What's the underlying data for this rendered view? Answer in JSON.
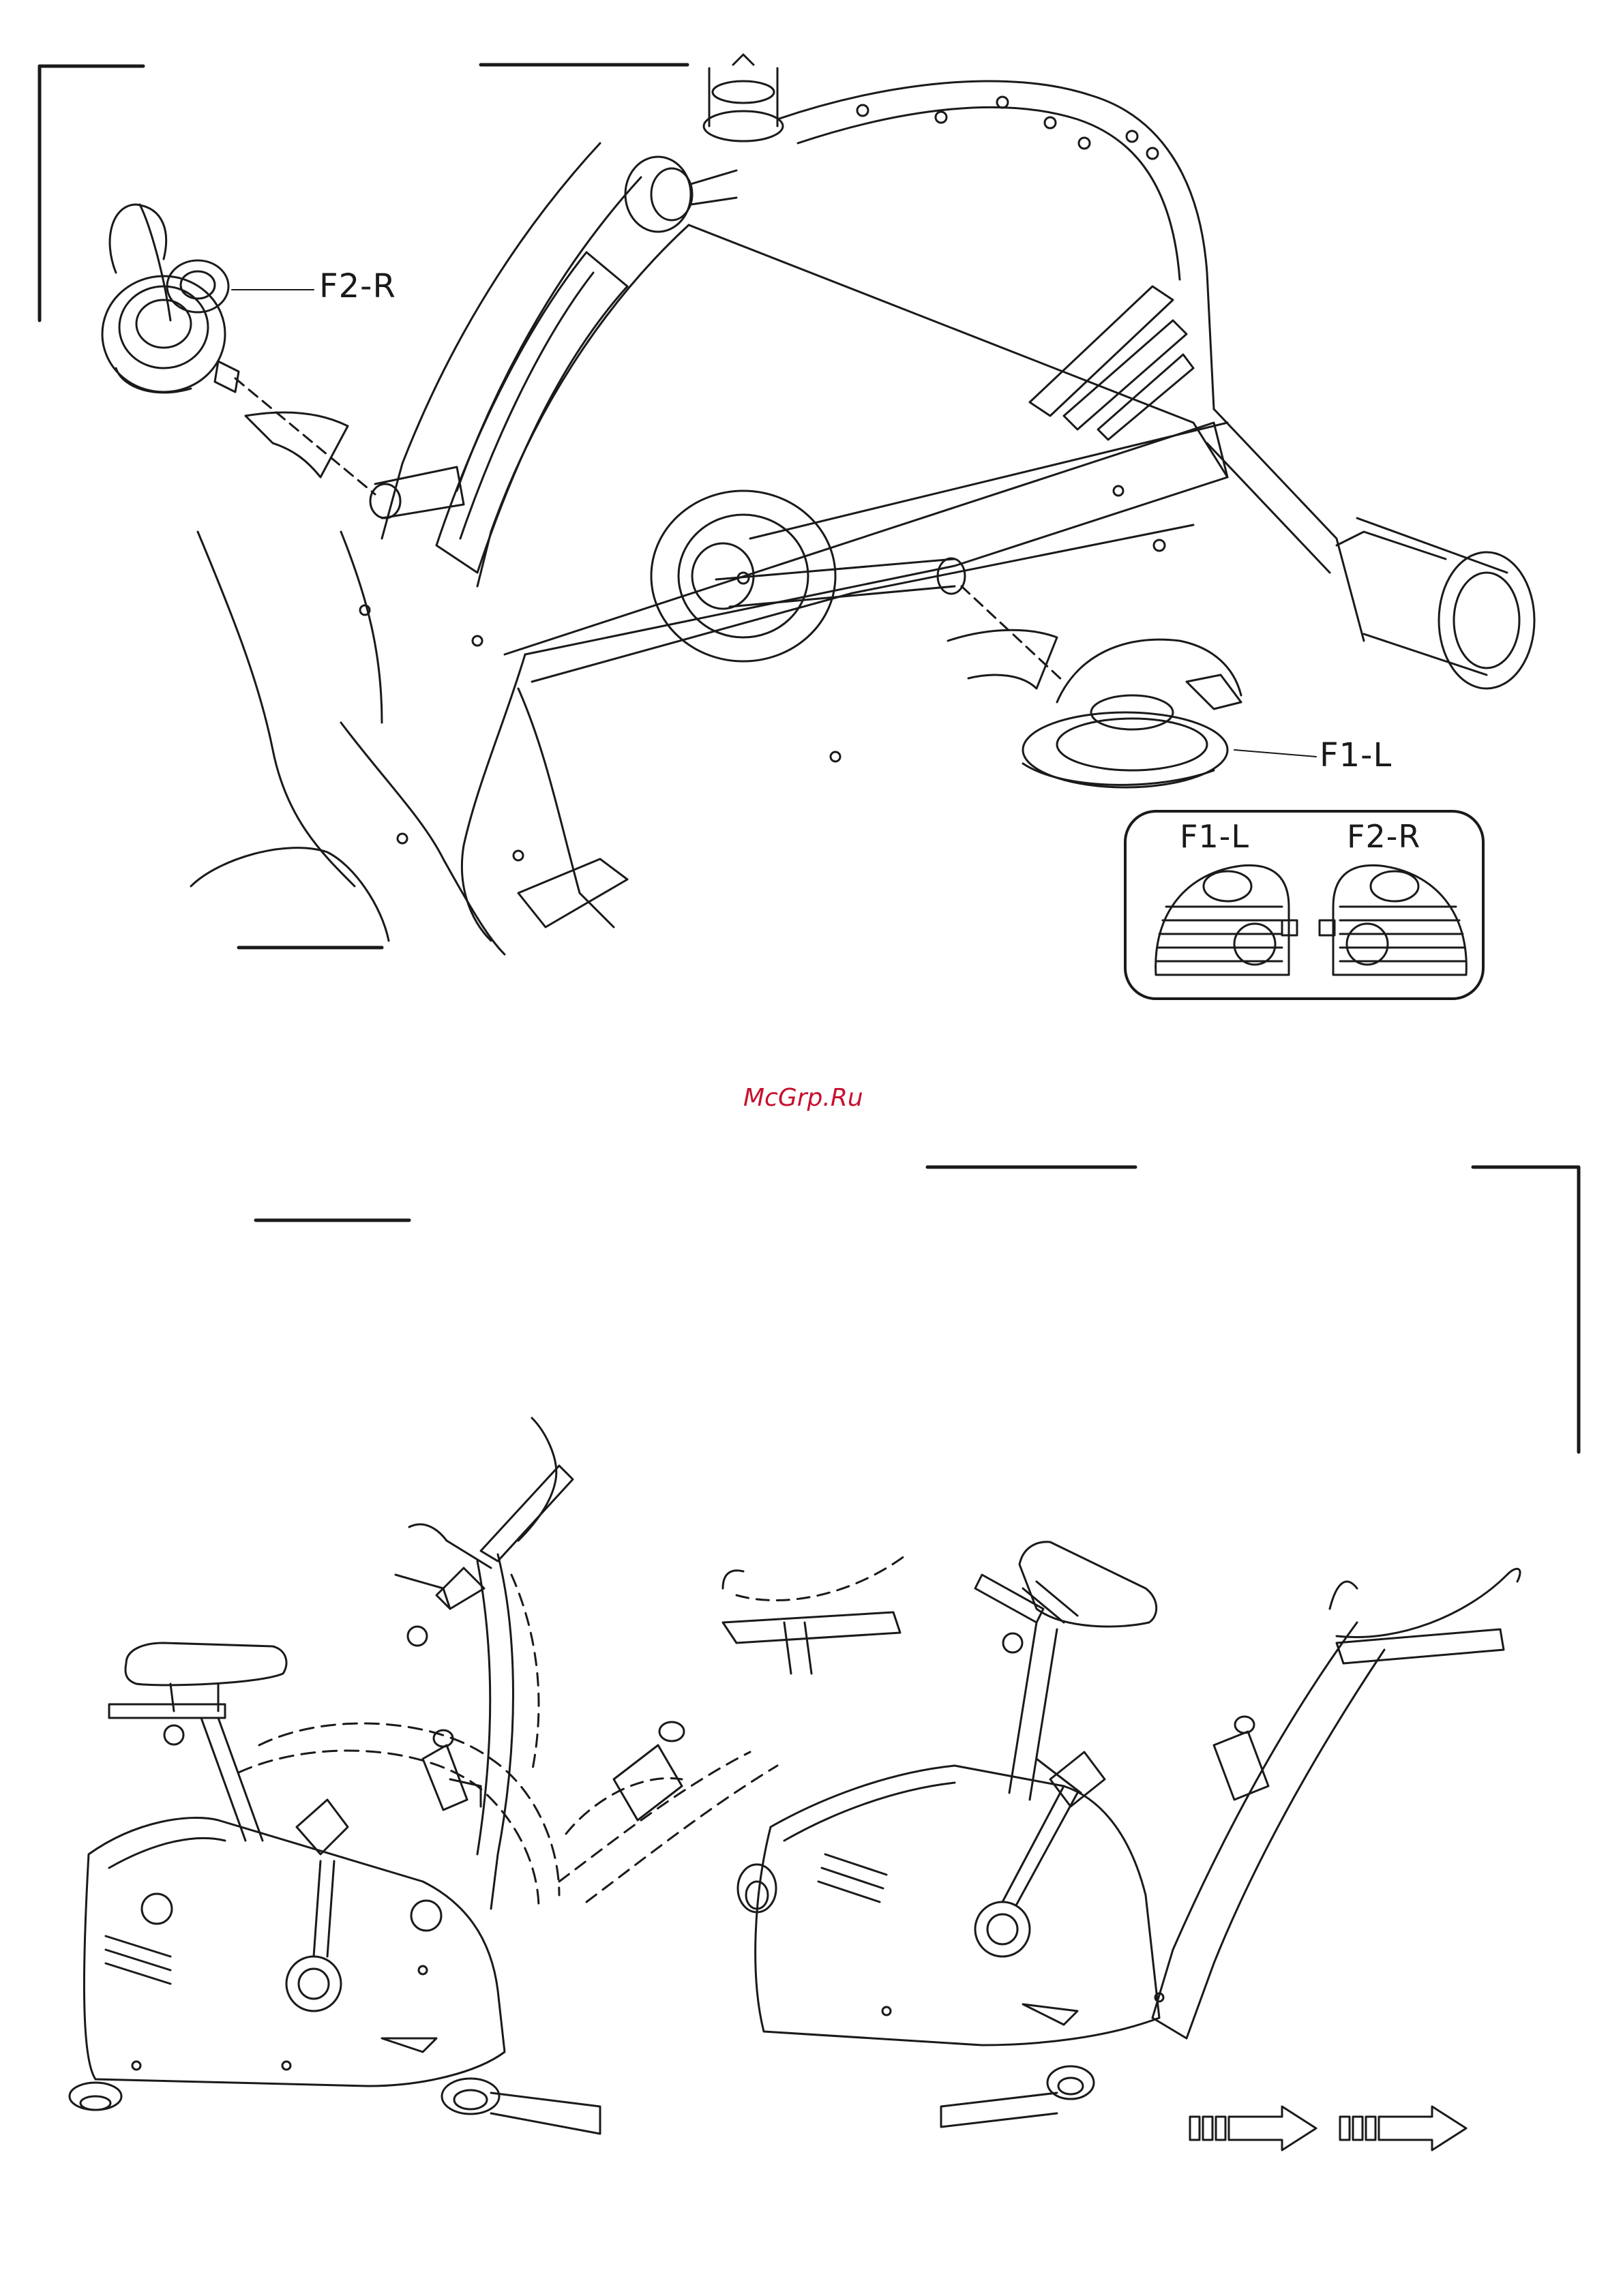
{
  "labels": {
    "pedal_right": "F2-R",
    "pedal_left": "F1-L",
    "inset_left": "F1-L",
    "inset_right": "F2-R"
  },
  "watermark": "McGrp.Ru",
  "colors": {
    "line": "#1a1a1a",
    "watermark": "#c8102e",
    "background": "#ffffff"
  },
  "icons": [
    "arrow-right-icon",
    "arrow-right-icon"
  ]
}
